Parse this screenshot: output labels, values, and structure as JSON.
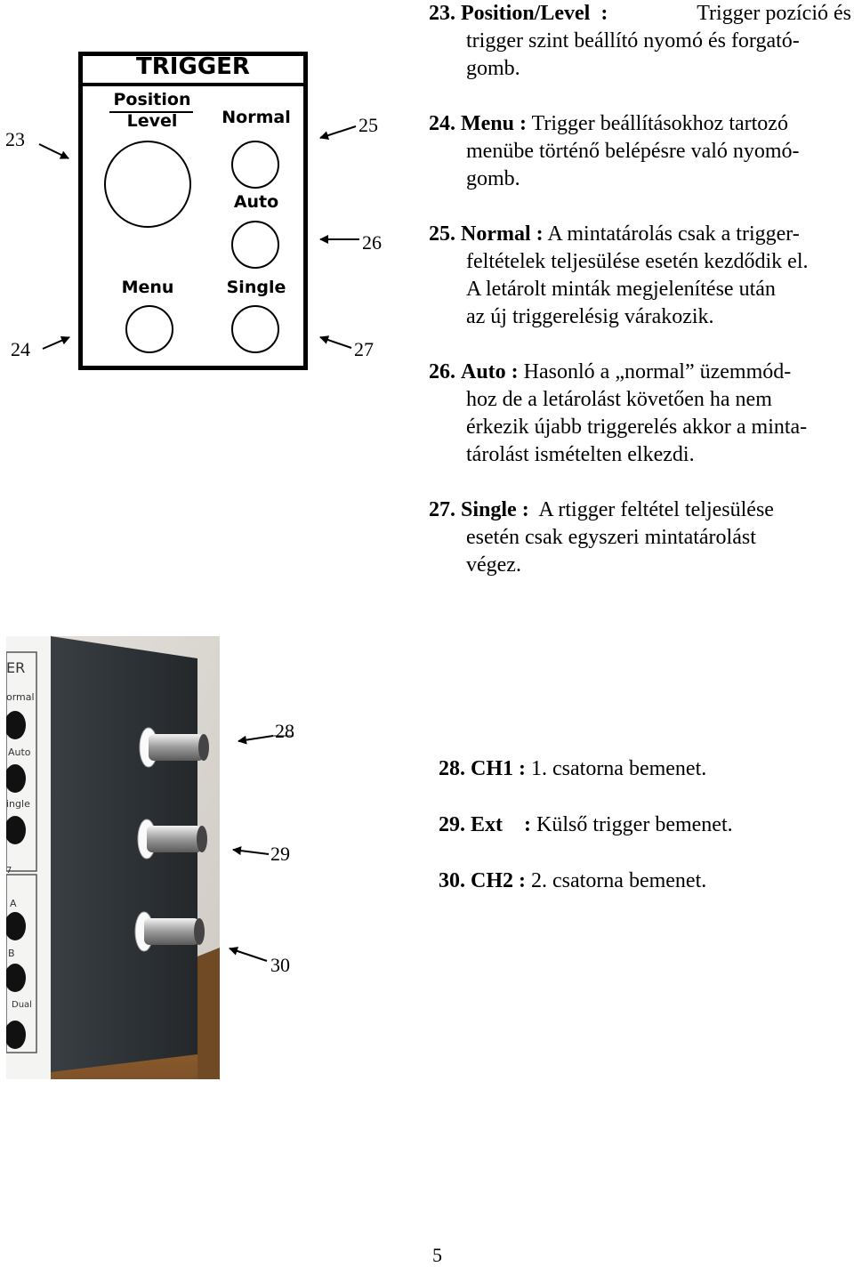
{
  "panel": {
    "title": "TRIGGER",
    "position_label": "Position",
    "level_label": "Level",
    "normal_label": "Normal",
    "auto_label": "Auto",
    "menu_label": "Menu",
    "single_label": "Single"
  },
  "callouts": {
    "n23": "23",
    "n24": "24",
    "n25": "25",
    "n26": "26",
    "n27": "27",
    "n28": "28",
    "n29": "29",
    "n30": "30"
  },
  "items": {
    "i23": {
      "num": "23.",
      "name": "Position/Level",
      "sep": ":",
      "line1": "Trigger pozíció és",
      "line2": "trigger szint beállító nyomó és forgató-",
      "line3": "gomb."
    },
    "i24": {
      "num": "24.",
      "name": "Menu",
      "sep": ":",
      "line1": "Trigger beállításokhoz tartozó",
      "line2": "menübe történő belépésre való nyomó-",
      "line3": "gomb."
    },
    "i25": {
      "num": "25.",
      "name": "Normal",
      "sep": ":",
      "line1": "A mintatárolás csak a trigger-",
      "line2": "feltételek teljesülése esetén kezdődik el.",
      "line3": "A letárolt minták megjelenítése után",
      "line4": "az új triggerelésig várakozik."
    },
    "i26": {
      "num": "26.",
      "name": "Auto",
      "sep": ":",
      "line1": "Hasonló a „normal” üzemmód-",
      "line2": "hoz de a letárolást követően ha nem",
      "line3": "érkezik újabb triggerelés akkor a minta-",
      "line4": "tárolást ismételten elkezdi."
    },
    "i27": {
      "num": "27.",
      "name": "Single",
      "sep": ":",
      "line1": "A rtigger feltétel teljesülése",
      "line2": "esetén csak egyszeri mintatárolást",
      "line3": "végez."
    }
  },
  "inputs": [
    {
      "num": "28.",
      "name": "CH1",
      "sep": ":",
      "text": "1. csatorna bemenet."
    },
    {
      "num": "29.",
      "name": "Ext",
      "sep": ":",
      "text": "Külső trigger bemenet."
    },
    {
      "num": "30.",
      "name": "CH2",
      "sep": ":",
      "text": "2. csatorna bemenet."
    }
  ],
  "photo_labels": {
    "title_fragment": "ER",
    "normal": "ormal",
    "auto": "Auto",
    "single": "ingle",
    "a": "A",
    "b": "B",
    "dual": "Dual",
    "seven": "7"
  },
  "page_number": "5",
  "colors": {
    "ink": "#000000",
    "case": "#2f3439",
    "wall": "#dcd8d2",
    "shelf": "#9a6a36"
  }
}
